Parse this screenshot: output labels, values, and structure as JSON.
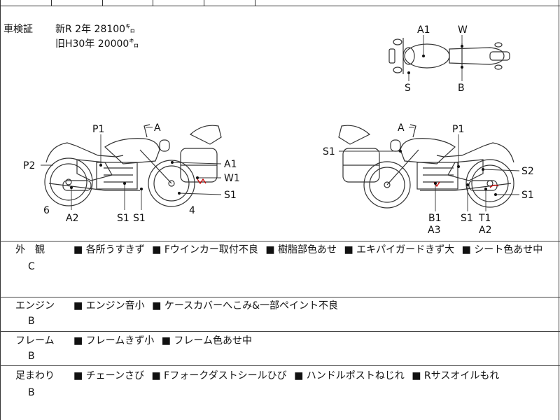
{
  "registration": {
    "title": "車検証",
    "line1": "新R  2年   28100㌔",
    "line2": "旧H30年   20000㌔"
  },
  "diagram_labels": {
    "top_view": {
      "a1": "A1",
      "w": "W",
      "s": "S",
      "b": "B"
    },
    "left_side": {
      "p1": "P1",
      "a": "A",
      "p2": "P2",
      "a1": "A1",
      "w1": "W1",
      "s1": "S1",
      "six": "6",
      "a2": "A2",
      "s1a": "S1",
      "s1b": "S1",
      "four": "4"
    },
    "right_side": {
      "a": "A",
      "p1": "P1",
      "s1_top": "S1",
      "s2": "S2",
      "s1_right": "S1",
      "b1": "B1",
      "a3": "A3",
      "s1_bottom": "S1",
      "t1": "T1",
      "a2": "A2"
    }
  },
  "condition_rows": [
    {
      "label": "外　観",
      "grade": "C",
      "notes": [
        "各所うすきず",
        "Fウインカー取付不良",
        "樹脂部色あせ",
        "エキパイガードきず大",
        "シート色あせ中"
      ]
    },
    {
      "label": "エンジン",
      "grade": "B",
      "notes": [
        "エンジン音小",
        "ケースカバーへこみ&一部ペイント不良"
      ]
    },
    {
      "label": "フレーム",
      "grade": "B",
      "notes": [
        "フレームきず小",
        "フレーム色あせ中"
      ]
    },
    {
      "label": "足まわり",
      "grade": "B",
      "notes": [
        "チェーンさび",
        "Fフォークダストシールひび",
        "ハンドルポストねじれ",
        "Rサスオイルもれ"
      ]
    }
  ],
  "colors": {
    "line": "#333333",
    "mark": "#cc0000"
  }
}
